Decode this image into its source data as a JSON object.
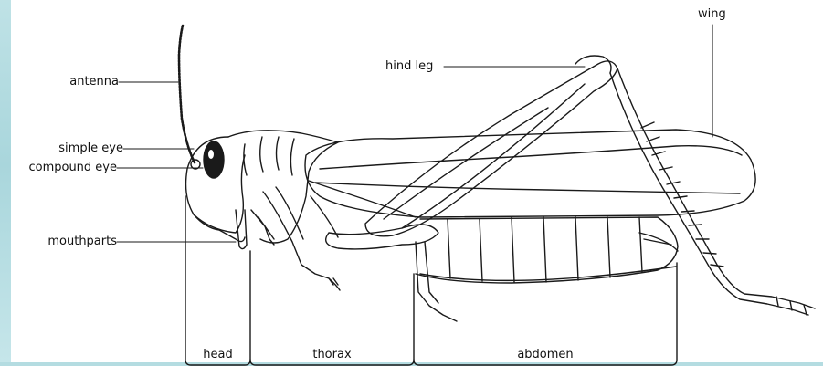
{
  "labels": {
    "antenna": "antenna",
    "simple_eye": "simple eye",
    "compound_eye": "compound eye",
    "mouthparts": "mouthparts",
    "hind_leg": "hind leg",
    "wing": "wing"
  },
  "regions": {
    "head": "head",
    "thorax": "thorax",
    "abdomen": "abdomen"
  }
}
